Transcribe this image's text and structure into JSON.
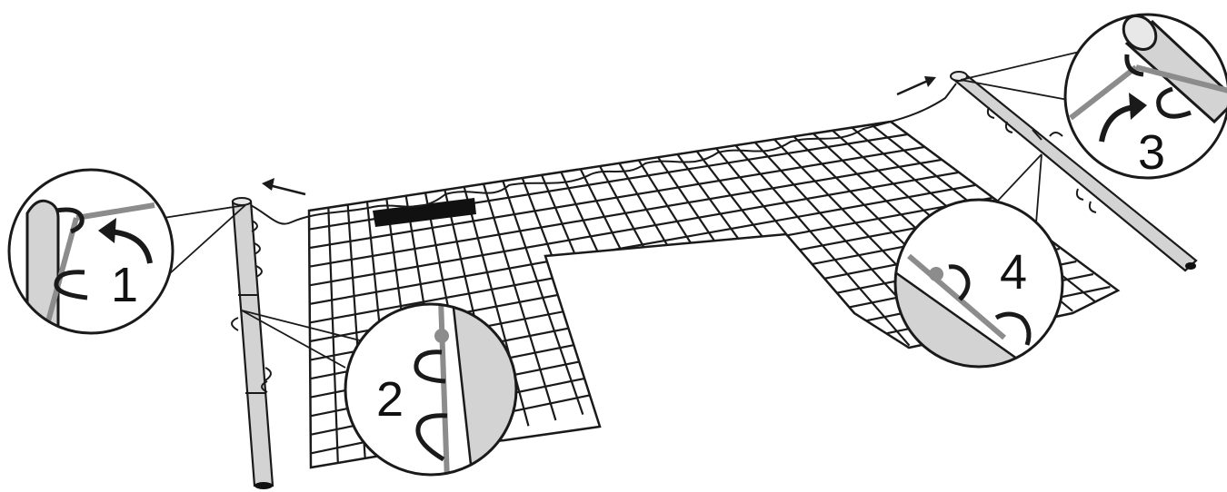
{
  "diagram": {
    "colors": {
      "stroke": "#1a1a1a",
      "pole": "#d3d3d3",
      "loop_line": "#8c8c8c",
      "band": "#111111"
    },
    "callouts": [
      {
        "number": "1",
        "icon": "pole-top-hook-detail"
      },
      {
        "number": "2",
        "icon": "pole-side-loop-detail"
      },
      {
        "number": "3",
        "icon": "pole-top-hook-detail"
      },
      {
        "number": "4",
        "icon": "pole-side-loop-detail"
      }
    ]
  }
}
